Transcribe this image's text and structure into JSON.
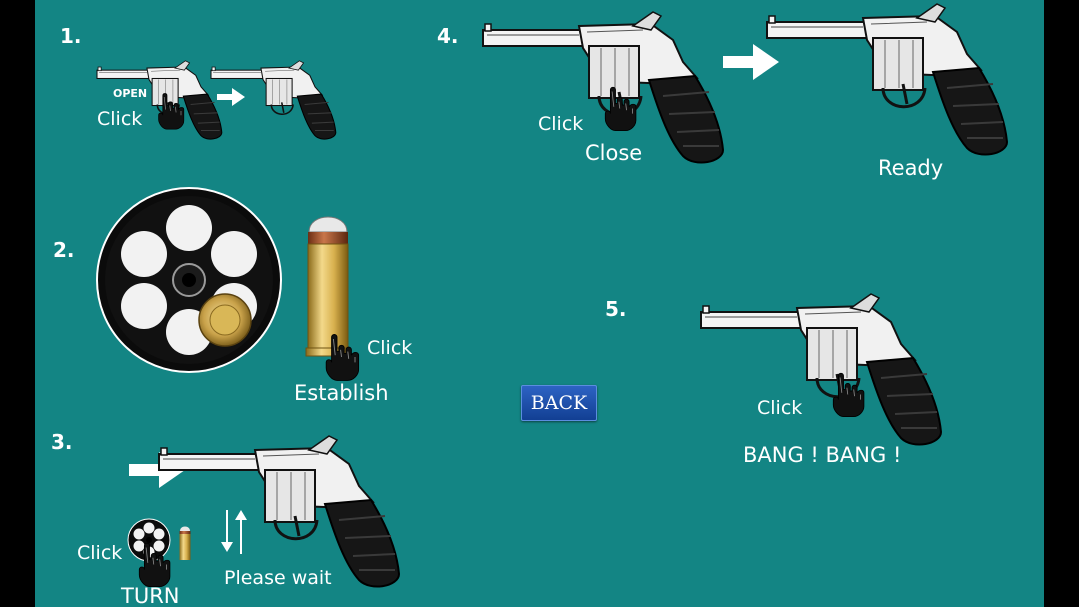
{
  "colors": {
    "background": "#138584",
    "letterbox": "#000000",
    "back_button": "#1e4fa8"
  },
  "steps": {
    "s1": {
      "number": "1.",
      "open_label": "OPEN",
      "click_label": "Click"
    },
    "s2": {
      "number": "2.",
      "click_label": "Click",
      "action_label": "Establish"
    },
    "s3": {
      "number": "3.",
      "click_label": "Click",
      "action_label": "TURN",
      "wait_label": "Please wait"
    },
    "s4": {
      "number": "4.",
      "click_label": "Click",
      "close_label": "Close",
      "ready_label": "Ready"
    },
    "s5": {
      "number": "5.",
      "click_label": "Click",
      "result_label": "BANG ! BANG !"
    }
  },
  "back_button": {
    "label": "BACK"
  },
  "icons": [
    "revolver",
    "cylinder",
    "bullet",
    "right-arrow",
    "pointing-hand",
    "up-down-arrows"
  ]
}
